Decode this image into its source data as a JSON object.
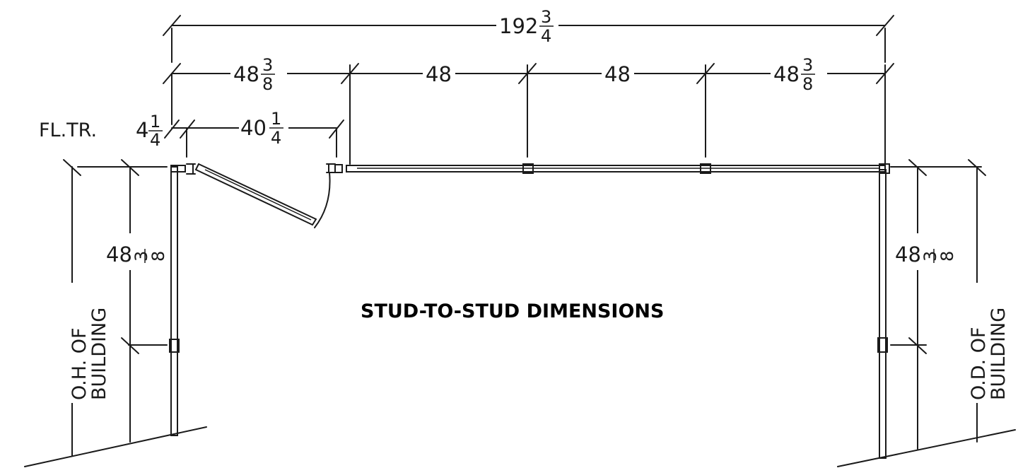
{
  "title": "STUD-TO-STUD DIMENSIONS",
  "dimensions": {
    "overall": {
      "whole": "192",
      "num": "3",
      "den": "4"
    },
    "bay_1": {
      "whole": "48",
      "num": "3",
      "den": "8"
    },
    "bay_2": {
      "whole": "48"
    },
    "bay_3": {
      "whole": "48"
    },
    "bay_4": {
      "whole": "48",
      "num": "3",
      "den": "8"
    },
    "frame_trim": {
      "label": "FL.TR.",
      "whole": "4",
      "num": "1",
      "den": "4"
    },
    "door_opening": {
      "whole": "40",
      "num": "1",
      "den": "4"
    },
    "left_side": {
      "whole": "48",
      "num": "3",
      "den": "8"
    },
    "right_side": {
      "whole": "48",
      "num": "3",
      "den": "8"
    }
  },
  "side_labels": {
    "left": {
      "line1": "O.H. OF",
      "line2": "BUILDING"
    },
    "right": {
      "line1": "O.D. OF",
      "line2": "BUILDING"
    }
  }
}
